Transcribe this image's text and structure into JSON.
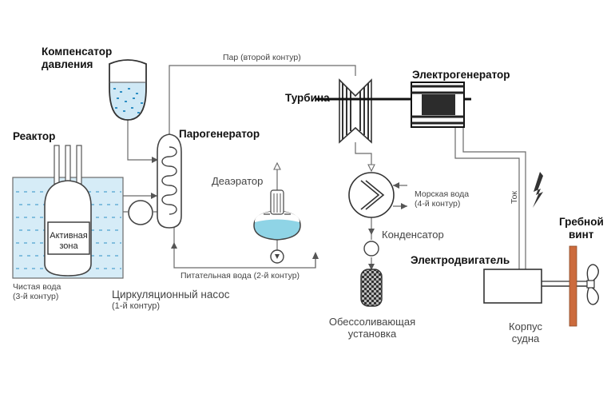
{
  "labels": {
    "pressurizer_1": "Компенсатор",
    "pressurizer_2": "давления",
    "reactor": "Реактор",
    "steam_generator": "Парогенератор",
    "steam_line": "Пар (второй контур)",
    "turbine": "Турбина",
    "generator": "Электрогенератор",
    "deaerator": "Деаэратор",
    "active_zone_1": "Активная",
    "active_zone_2": "зона",
    "clean_water_1": "Чистая вода",
    "clean_water_2": "(3-й контур)",
    "pump_1": "Циркуляционный насос",
    "pump_2": "(1-й контур)",
    "feed_water": "Питательная вода (2-й контур)",
    "sea_water_1": "Морская вода",
    "sea_water_2": "(4-й контур)",
    "condenser": "Конденсатор",
    "current": "Ток",
    "propeller_1": "Гребной",
    "propeller_2": "винт",
    "motor": "Электродвигатель",
    "desalination_1": "Обессоливающая",
    "desalination_2": "установка",
    "hull_1": "Корпус",
    "hull_2": "судна"
  },
  "colors": {
    "line": "#6a6a6a",
    "water": "#d6ecf7",
    "water_dash": "#2f8fc4",
    "deaerator_water": "#8fd4e6",
    "hull": "#cc6b3d",
    "equipment_dark": "#2c2c2c"
  }
}
